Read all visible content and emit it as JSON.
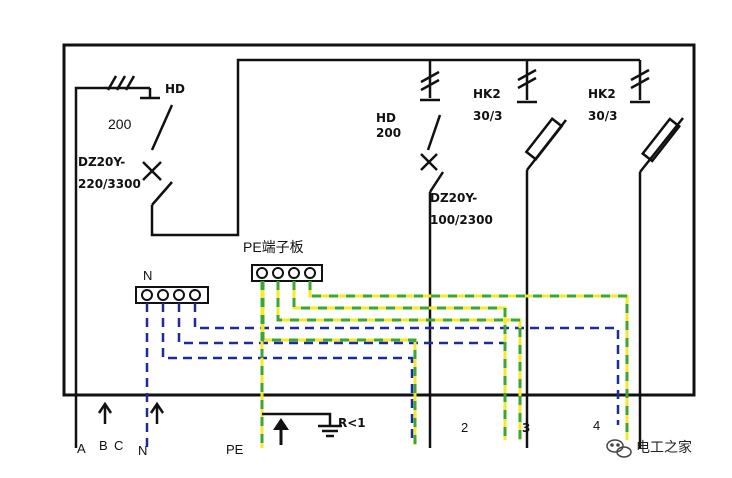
{
  "left_breaker": {
    "hd_label": "HD",
    "rating": "200",
    "model": "DZ20Y-",
    "spec": "220/3300"
  },
  "middle_breaker": {
    "hd_label": "HD",
    "rating": "200",
    "model": "DZ20Y-",
    "spec": "100/2300"
  },
  "switch_3": {
    "name": "HK2",
    "spec": "30/3"
  },
  "switch_4": {
    "name": "HK2",
    "spec": "30/3"
  },
  "terminals": {
    "n_bar_label": "N",
    "pe_bar_label": "PE端子板"
  },
  "ground": {
    "label": "R<1"
  },
  "bottom_labels": {
    "a": "A",
    "b": "B",
    "c": "C",
    "n": "N",
    "pe": "PE",
    "circuit_2": "2",
    "circuit_3": "3",
    "circuit_4": "4"
  },
  "watermark": {
    "text": "电工之家"
  },
  "colors": {
    "wire": "#111111",
    "neutral": "#1e2a9c",
    "pe_yellow": "#f2ea2a",
    "pe_green": "#3aa635"
  }
}
